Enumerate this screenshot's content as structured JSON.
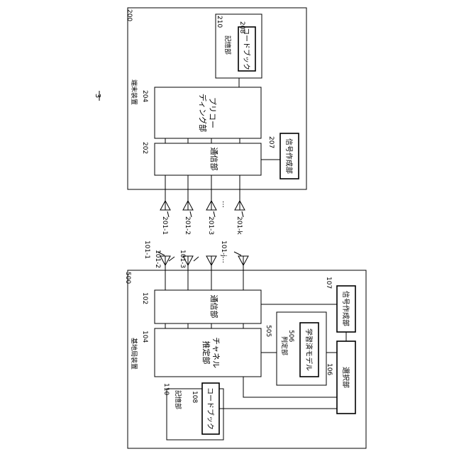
{
  "figure": {
    "number": "3"
  },
  "terminal": {
    "ref": "200",
    "title": "端末装置",
    "comm": {
      "ref": "202",
      "label": "通信部"
    },
    "precoding": {
      "ref": "204",
      "line1": "プリコー",
      "line2": "ディング部"
    },
    "signal": {
      "ref": "207",
      "label": "信号作成部"
    },
    "storage": {
      "ref": "210",
      "label": "記憶部"
    },
    "codebook": {
      "ref": "208",
      "label": "コードブック"
    },
    "antennas": [
      "201-1",
      "201-2",
      "201-3",
      "201-k"
    ],
    "ellipsis": "…"
  },
  "base": {
    "ref": "500",
    "title": "基地局装置",
    "comm": {
      "ref": "102",
      "label": "通信部"
    },
    "channel": {
      "ref": "104",
      "line1": "チャネル",
      "line2": "推定部"
    },
    "judge": {
      "ref": "505",
      "label": "判定部"
    },
    "model": {
      "ref": "506",
      "label": "学習済モデル"
    },
    "signal": {
      "ref": "107",
      "label": "信号作成部"
    },
    "select": {
      "ref": "106",
      "label": "選択部"
    },
    "storage": {
      "ref": "110",
      "label": "記憶部"
    },
    "codebook": {
      "ref": "108",
      "label": "コードブック"
    },
    "antennas": [
      "101-1",
      "101-2",
      "101-3",
      "101-j"
    ],
    "ellipsis": "…"
  }
}
